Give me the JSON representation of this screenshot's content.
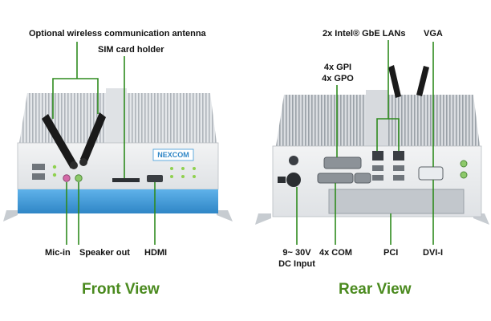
{
  "callouts": {
    "antenna": "Optional wireless communication antenna",
    "sim": "SIM card holder",
    "mic": "Mic-in",
    "speaker": "Speaker out",
    "hdmi": "HDMI",
    "lans": "2x Intel® GbE LANs",
    "vga": "VGA",
    "gpi": "4x GPI",
    "gpo": "4x GPO",
    "dc_line1": "9~ 30V",
    "dc_line2": "DC Input",
    "com": "4x COM",
    "pci": "PCI",
    "dvi": "DVI-I"
  },
  "views": {
    "front": "Front View",
    "rear": "Rear View"
  },
  "device": {
    "brand": "NEXCOM"
  },
  "colors": {
    "accent_line": "#2e8b1e",
    "title_green": "#4a8a1e",
    "chassis_light": "#e8eaec",
    "chassis_mid": "#cfd3d7",
    "blue_stripe": "#3d9ad9",
    "antenna_black": "#1a1a1a"
  }
}
